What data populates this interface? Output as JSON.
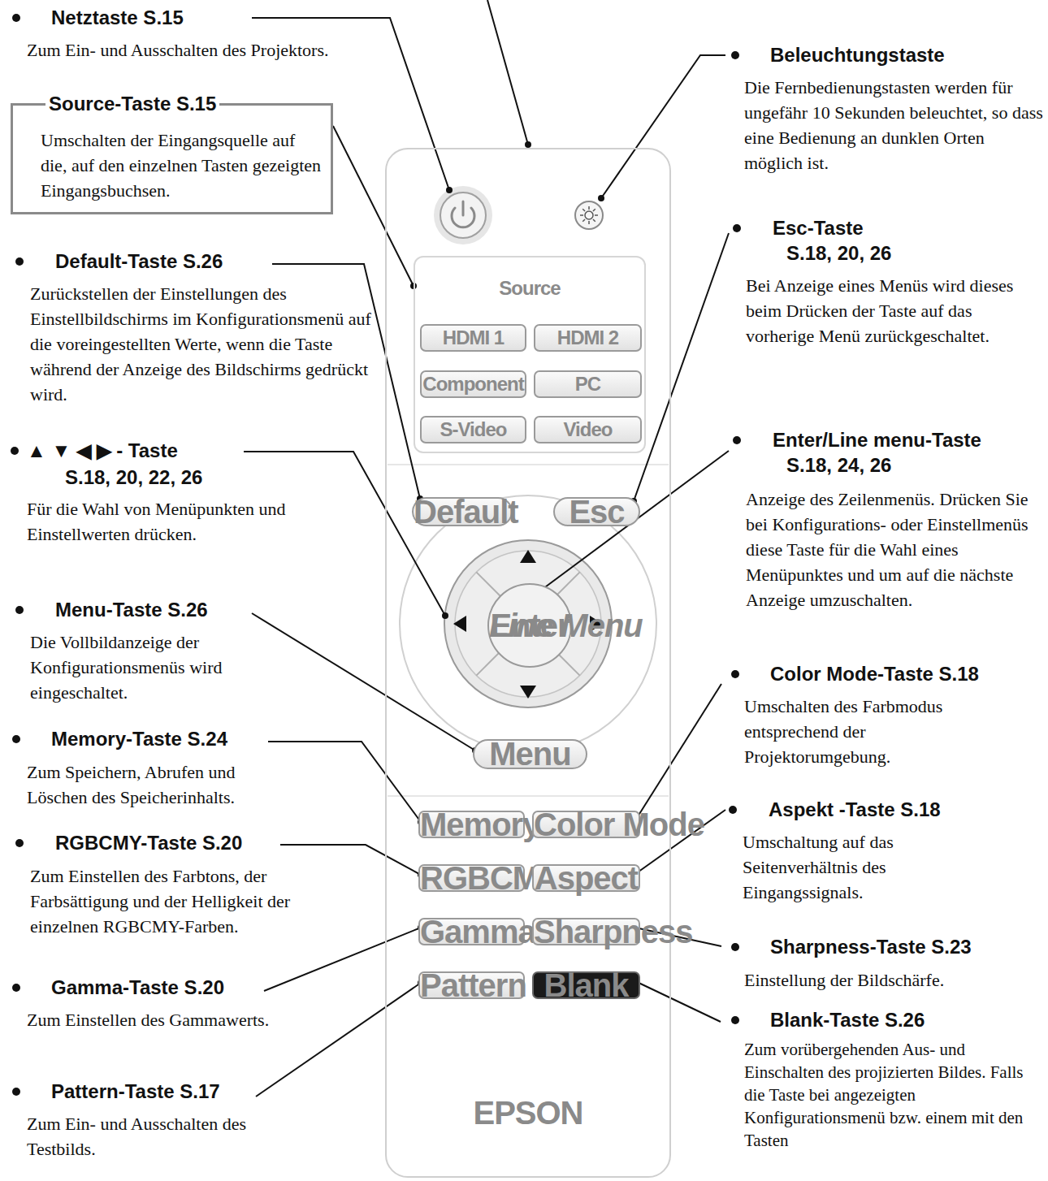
{
  "diagram": {
    "nodes": [
      {
        "text": [
          "Source-Taste S.15",
          "Umschalten der Eingangsquelle auf die, auf den einzelnen Tasten gezeigten Eingangsbuchsen."
        ]
      },
      {
        "text": [
          "EPSON"
        ]
      },
      {
        "text": [
          "Source"
        ],
        "in": 1
      },
      {
        "text": [
          "HDMI 1"
        ],
        "in": 2
      },
      {
        "text": [
          "HDMI 2"
        ],
        "in": 2
      },
      {
        "text": [
          "Component"
        ],
        "in": 2
      },
      {
        "text": [
          "PC"
        ],
        "in": 2
      },
      {
        "text": [
          "S-Video"
        ],
        "in": 2
      },
      {
        "text": [
          "Video"
        ],
        "in": 2
      },
      {
        "text": [
          "Default"
        ],
        "in": 1
      },
      {
        "text": [
          "Esc"
        ],
        "in": 1
      },
      {
        "text": [
          "Enter",
          "Line Menu"
        ],
        "in": 1
      },
      {
        "text": [
          "Menu"
        ],
        "in": 1
      },
      {
        "text": [
          "Memory"
        ],
        "in": 1
      },
      {
        "text": [
          "Color Mode"
        ],
        "in": 1
      },
      {
        "text": [
          "RGBCMY"
        ],
        "in": 1
      },
      {
        "text": [
          "Aspect"
        ],
        "in": 1
      },
      {
        "text": [
          "Gamma"
        ],
        "in": 1
      },
      {
        "text": [
          "Sharpness"
        ],
        "in": 1
      },
      {
        "text": [
          "Pattern"
        ],
        "in": 1
      },
      {
        "text": [
          "Blank"
        ],
        "in": 1
      }
    ],
    "edges": [
      {
        "from": 0,
        "to": 2,
        "arrow": "none"
      }
    ],
    "labels": [
      "Netztaste S.15",
      "Zum Ein- und Ausschalten des Projektors.",
      "Beleuchtungstaste",
      "Die Fernbedienungstasten werden für ungefähr 10 Sekunden beleuchtet, so dass eine Bedienung an dunklen Orten möglich ist.",
      "Default-Taste S.26",
      "Zurückstellen der Einstellungen des Einstellbildschirms im Konfigurationsmenü auf die voreingestellten Werte, wenn die Taste während der Anzeige des Bildschirms gedrückt wird.",
      "Esc-Taste",
      "S.18, 20, 26",
      "Bei Anzeige eines Menüs wird dieses beim Drücken der Taste auf das vorherige Menü zurückgeschaltet.",
      "▲ ▼ ◀ ▶ - Taste",
      "S.18, 20, 22, 26",
      "Für die Wahl von Menüpunkten und Einstellwerten drücken.",
      "Enter/Line menu-Taste",
      "S.18, 24, 26",
      "Anzeige des Zeilenmenüs. Drücken Sie bei Konfigurations- oder Einstellmenüs diese Taste für die Wahl eines Menüpunktes und um auf die nächste Anzeige umzuschalten.",
      "Menu-Taste S.26",
      "Die Vollbildanzeige der Konfigurationsmenüs wird eingeschaltet.",
      "Color Mode-Taste S.18",
      "Umschalten des Farbmodus entsprechend der Projektorumgebung.",
      "Memory-Taste S.24",
      "Zum Speichern, Abrufen und Löschen des Speicherinhalts.",
      "Aspekt -Taste S.18",
      "Umschaltung auf das Seitenverhältnis des Eingangssignals.",
      "RGBCMY-Taste S.20",
      "Zum Einstellen des Farbtons, der Farbsättigung und der Helligkeit der einzelnen RGBCMY-Farben.",
      "Sharpness-Taste S.23",
      "Einstellung der Bildschärfe.",
      "Gamma-Taste S.20",
      "Zum Einstellen des Gammawerts.",
      "Blank-Taste S.26",
      "Zum vorübergehenden Aus- und Einschalten des projizierten Bildes. Falls die Taste bei angezeigten Konfigurationsmenü bzw. einem mit den Tasten",
      "Pattern-Taste S.17",
      "Zum Ein- und Ausschalten des Testbilds."
    ]
  }
}
